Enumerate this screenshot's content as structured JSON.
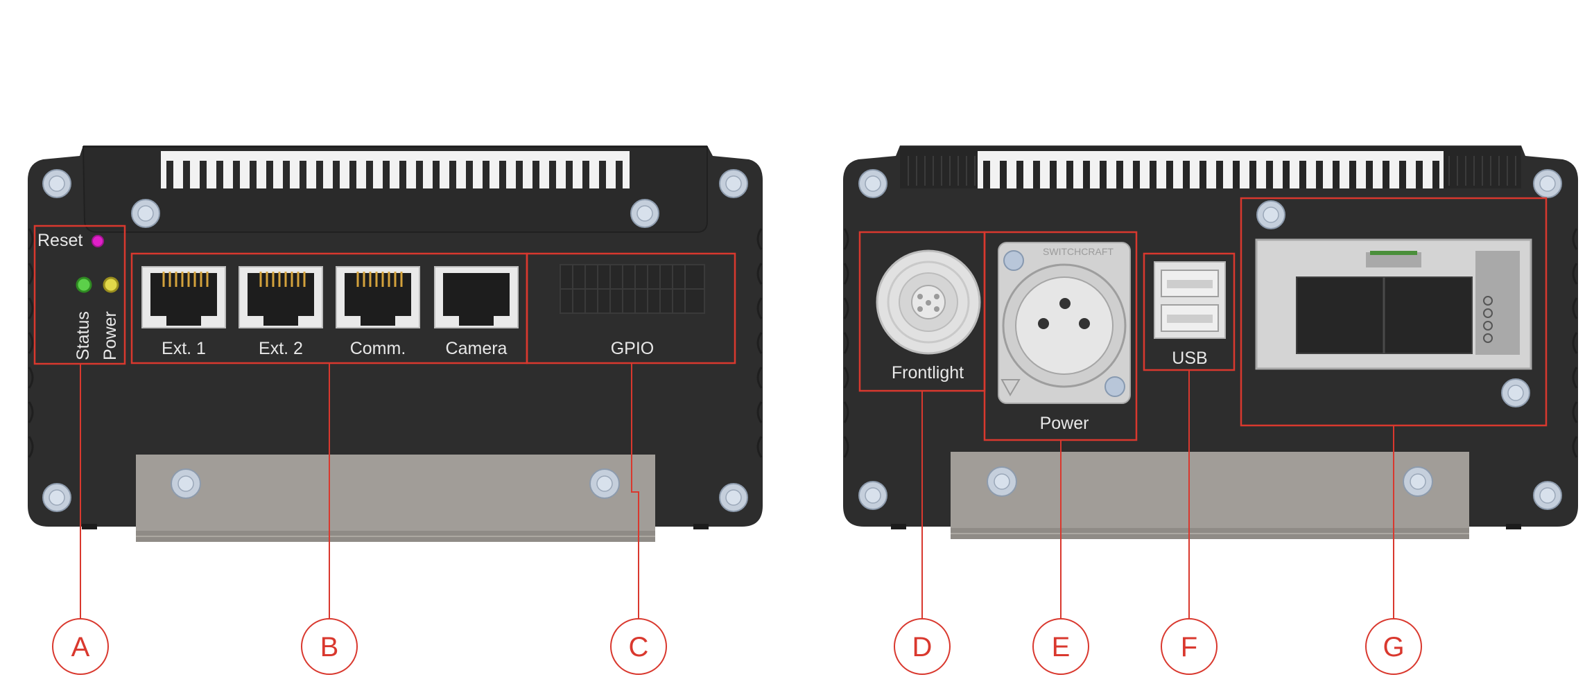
{
  "left_panel": {
    "reset_label": "Reset",
    "status_label": "Status",
    "power_label": "Power",
    "ports": [
      "Ext. 1",
      "Ext. 2",
      "Comm.",
      "Camera"
    ],
    "gpio_label": "GPIO"
  },
  "right_panel": {
    "frontlight_label": "Frontlight",
    "power_label": "Power",
    "usb_label": "USB",
    "connector_brand": "SWITCHCRAFT"
  },
  "callouts": [
    "A",
    "B",
    "C",
    "D",
    "E",
    "F",
    "G"
  ],
  "colors": {
    "housing": "#2d2d2d",
    "bracket": "#a19d98",
    "callout_red": "#d9382e",
    "reset_led": "#e020c8",
    "status_led": "#5cd04a",
    "power_led": "#e2d84a"
  }
}
